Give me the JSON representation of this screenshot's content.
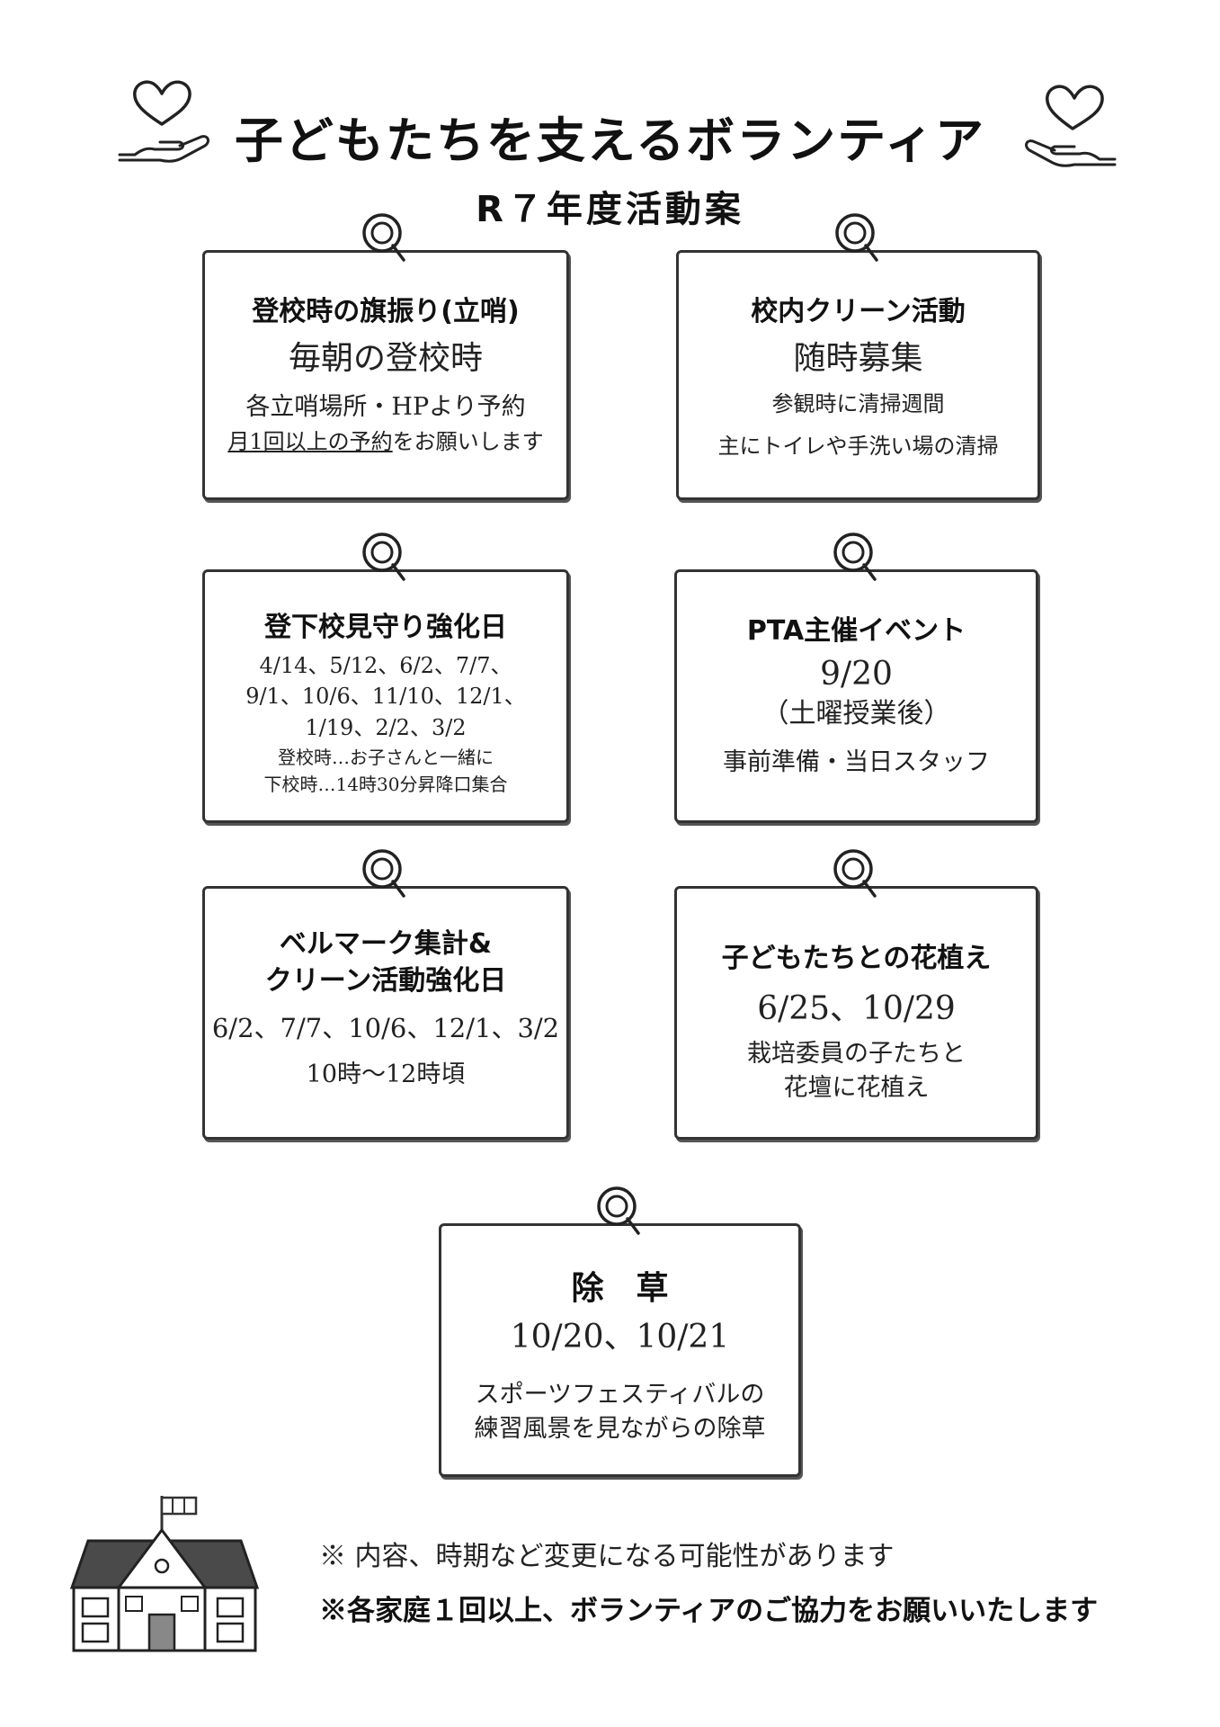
{
  "header": {
    "title": "子どもたちを支えるボランティア",
    "subtitle": "R７年度活動案"
  },
  "cards": {
    "flag": {
      "title": "登校時の旗振り(立哨)",
      "line1": "毎朝の登校時",
      "line2": "各立哨場所・HPより予約",
      "line3_underlined": "月1回以上の予約",
      "line3_rest": "をお願いします"
    },
    "clean": {
      "title": "校内クリーン活動",
      "line1": "随時募集",
      "line2": "参観時に清掃週間",
      "line3": "主にトイレや手洗い場の清掃"
    },
    "watch": {
      "title": "登下校見守り強化日",
      "dates1": "4/14、5/12、6/2、7/7、",
      "dates2": "9/1、10/6、11/10、12/1、",
      "dates3": "1/19、2/2、3/2",
      "note1": "登校時…お子さんと一緒に",
      "note2": "下校時…14時30分昇降口集合"
    },
    "pta": {
      "title": "PTA主催イベント",
      "date": "9/20",
      "sub": "（土曜授業後）",
      "task": "事前準備・当日スタッフ"
    },
    "bellmark": {
      "title1": "ベルマーク集計&",
      "title2": "クリーン活動強化日",
      "dates": "6/2、7/7、10/6、12/1、3/2",
      "time": "10時～12時頃"
    },
    "flower": {
      "title": "子どもたちとの花植え",
      "dates": "6/25、10/29",
      "desc1": "栽培委員の子たちと",
      "desc2": "花壇に花植え"
    },
    "weed": {
      "title": "除　草",
      "dates": "10/20、10/21",
      "desc1": "スポーツフェスティバルの",
      "desc2": "練習風景を見ながらの除草"
    }
  },
  "footer": {
    "note1": "※ 内容、時期など変更になる可能性があります",
    "note2": "※各家庭１回以上、ボランティアのご協力をお願いいたします"
  },
  "icons": {
    "heart_hand": "heart-hand-icon",
    "pin": "pushpin-icon",
    "school": "school-building-icon"
  }
}
